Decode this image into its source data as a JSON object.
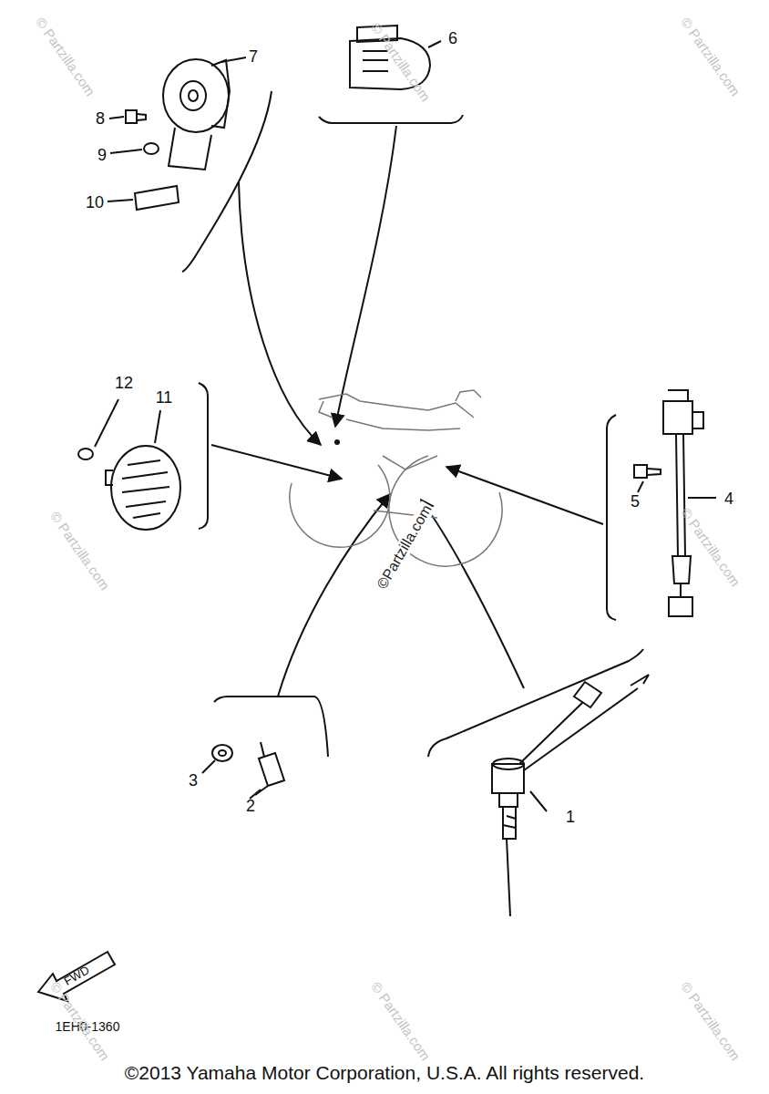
{
  "diagram": {
    "caption": "©2013 Yamaha Motor Corporation, U.S.A. All rights reserved.",
    "labels": [
      "7",
      "8",
      "9",
      "10",
      "6",
      "12",
      "11",
      "5",
      "4",
      "3",
      "2",
      "1",
      "FWD",
      "1EH0-1360",
      "© Partzilla.com",
      "© Partzilla.com",
      "© Partzilla.com",
      "© Partzilla.com",
      "©Partzilla.com",
      "© Partzilla.com",
      "© Partzilla.com",
      "© Partzilla.com",
      "© Partzilla.com"
    ]
  }
}
